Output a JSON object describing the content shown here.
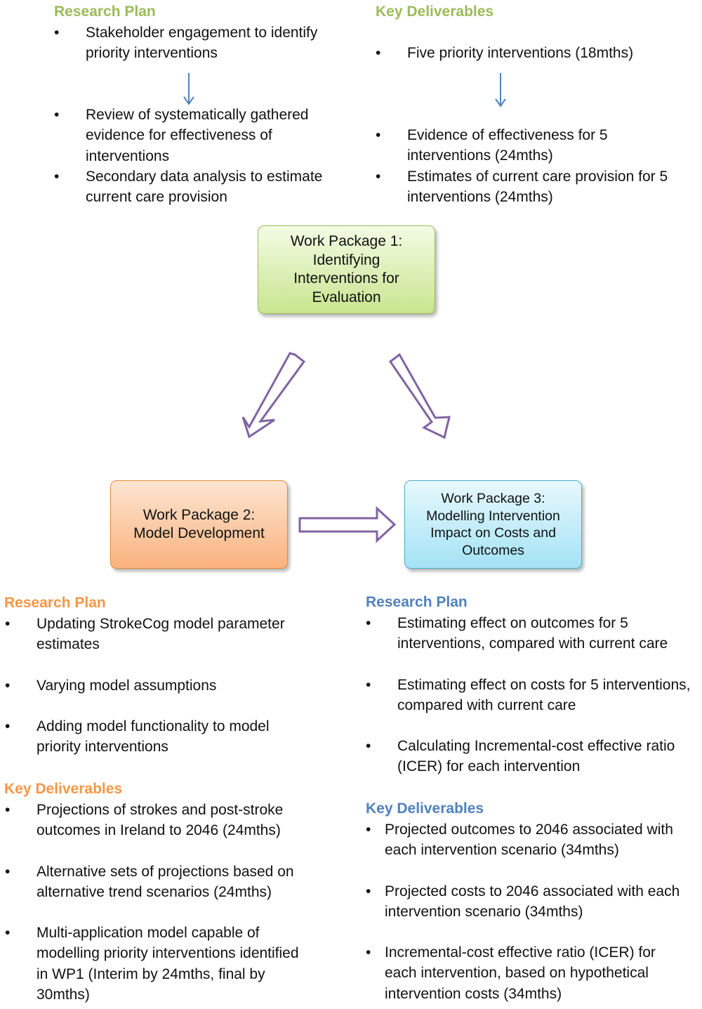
{
  "top": {
    "research_plan": {
      "heading": "Research Plan",
      "items": [
        "Stakeholder engagement to identify priority interventions",
        "Review of systematically gathered evidence for effectiveness of interventions",
        "Secondary data analysis to estimate current care provision"
      ]
    },
    "key_deliverables": {
      "heading": "Key Deliverables",
      "items": [
        "Five priority interventions (18mths)",
        "Evidence of effectiveness for 5 interventions (24mths)",
        "Estimates of current care provision for 5 interventions (24mths)"
      ]
    }
  },
  "wp1": {
    "label": "Work Package 1: Identifying Interventions for Evaluation"
  },
  "wp2": {
    "label": "Work Package 2: Model Development"
  },
  "wp3": {
    "label": "Work Package 3: Modelling Intervention Impact on Costs and Outcomes"
  },
  "wp2_section": {
    "research_plan": {
      "heading": "Research Plan",
      "items": [
        "Updating StrokeCog model parameter estimates",
        "Varying model assumptions",
        "Adding model functionality to model priority interventions"
      ]
    },
    "key_deliverables": {
      "heading": "Key Deliverables",
      "items": [
        "Projections of strokes and post-stroke outcomes in Ireland to 2046 (24mths)",
        "Alternative sets of projections based on alternative trend scenarios (24mths)",
        "Multi-application model capable of modelling priority interventions identified in WP1 (Interim by 24mths, final by 30mths)"
      ]
    }
  },
  "wp3_section": {
    "research_plan": {
      "heading": "Research Plan",
      "items": [
        "Estimating effect on outcomes for 5 interventions, compared with current care",
        "Estimating effect on costs for 5 interventions, compared with current care",
        "Calculating Incremental-cost effective ratio (ICER) for each intervention"
      ]
    },
    "key_deliverables": {
      "heading": "Key Deliverables",
      "items": [
        "Projected outcomes to 2046 associated with each intervention scenario (34mths)",
        "Projected costs to 2046 associated with each intervention scenario (34mths)",
        "Incremental-cost effective ratio (ICER) for each intervention, based on hypothetical intervention costs (34mths)"
      ]
    }
  },
  "colors": {
    "green": "#9bbb59",
    "orange": "#f79646",
    "blue": "#4f81bd",
    "arrow_purple": "#8064a2",
    "arrow_blue": "#4f81bd"
  }
}
